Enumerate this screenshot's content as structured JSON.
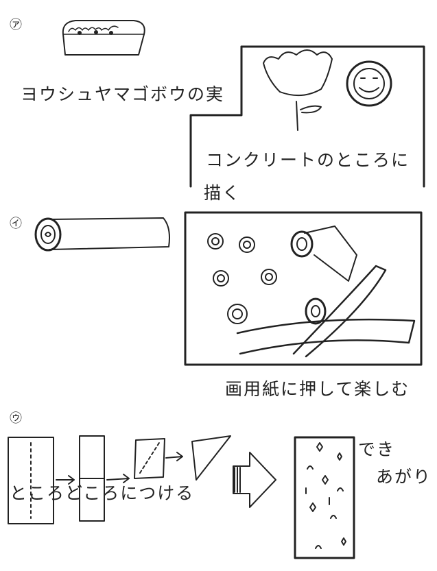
{
  "section_a": {
    "marker": "㋐",
    "label_fruit": "ヨウシュヤマゴボウの実",
    "label_concrete_line1": "コンクリートのところに",
    "label_concrete_line2": "描く"
  },
  "section_b": {
    "marker": "㋑",
    "label_press": "画用紙に押して楽しむ"
  },
  "section_c": {
    "marker": "㋒",
    "label_attach": "ところどころにつける",
    "label_done_1": "でき",
    "label_done_2": "あがり"
  }
}
